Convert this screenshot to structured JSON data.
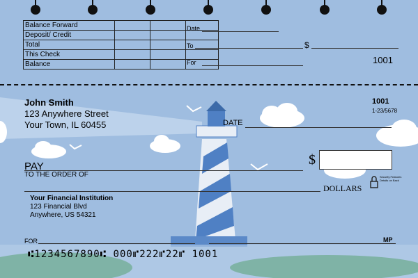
{
  "stub": {
    "rows": [
      "Balance Forward",
      "Deposit/ Credit",
      "Total",
      "This Check",
      "Balance"
    ],
    "date_label": "Date",
    "to_label": "To",
    "dollar_sign": "$",
    "for_label": "For",
    "number": "1001"
  },
  "check": {
    "name": "John Smith",
    "address1": "123 Anywhere Street",
    "address2": "Your Town, IL 60455",
    "number": "1001",
    "routing_fraction": "1-23/5678",
    "date_label": "DATE",
    "pay_label": "PAY",
    "to_order_label": "TO THE ORDER OF",
    "dollar_sign": "$",
    "dollars_label": "DOLLARS",
    "security_note": "Security Features Details on Back",
    "bank_name": "Your Financial Institution",
    "bank_address1": "123 Financial Blvd",
    "bank_address2": "Anywhere, US 54321",
    "for_label": "FOR",
    "mp_label": "MP",
    "micr": "⑆1234567890⑆  000⑈222⑈22⑈  1001"
  },
  "colors": {
    "background": "#9fbde0",
    "lighthouse_blue": "#4f80c4",
    "lighthouse_white": "#e8eef6",
    "ground": "#7fb3a6"
  }
}
